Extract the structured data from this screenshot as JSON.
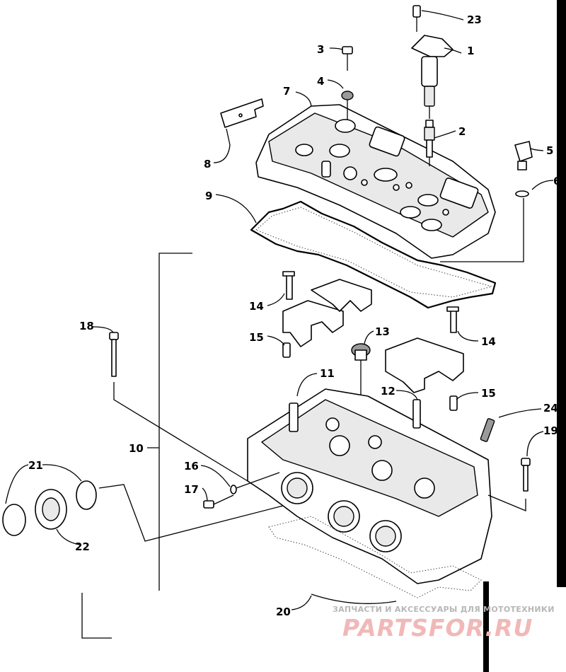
{
  "callouts": {
    "c1": "1",
    "c2": "2",
    "c3": "3",
    "c4": "4",
    "c5": "5",
    "c6": "6",
    "c7": "7",
    "c8": "8",
    "c9": "9",
    "c10": "10",
    "c11": "11",
    "c12": "12",
    "c13": "13",
    "c14a": "14",
    "c14b": "14",
    "c15a": "15",
    "c15b": "15",
    "c16": "16",
    "c17": "17",
    "c18": "18",
    "c19": "19",
    "c20": "20",
    "c21": "21",
    "c22": "22",
    "c23": "23",
    "c24": "24"
  },
  "watermark": {
    "subtitle": "ЗАПЧАСТИ И АКСЕССУАРЫ ДЛЯ МОТОТЕХНИКИ",
    "brand": "PARTSFOR.RU"
  }
}
